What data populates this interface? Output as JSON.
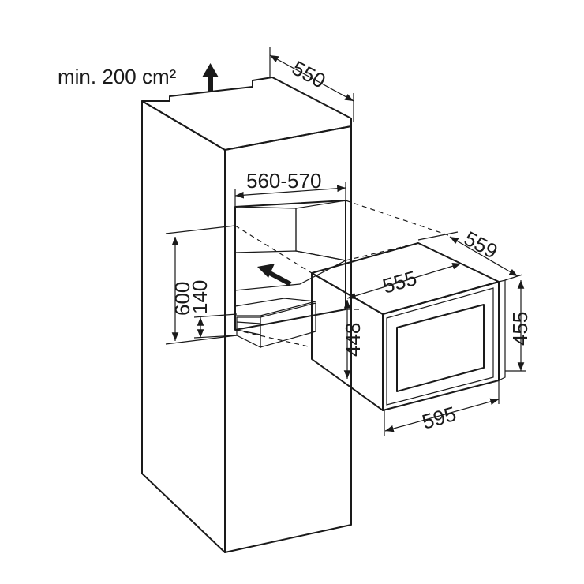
{
  "ventilation": {
    "label": "min. 200 cm²"
  },
  "cabinet": {
    "depth": "550",
    "niche_width": "560-570",
    "niche_height": "600",
    "drawer_height": "140"
  },
  "appliance": {
    "depth": "559",
    "inner_width": "555",
    "inner_height": "448",
    "height": "455",
    "width": "595"
  },
  "colors": {
    "line": "#1a1a1a",
    "panel": "#e6e6e6",
    "panel_dark": "#cfcfcf",
    "white": "#ffffff"
  }
}
